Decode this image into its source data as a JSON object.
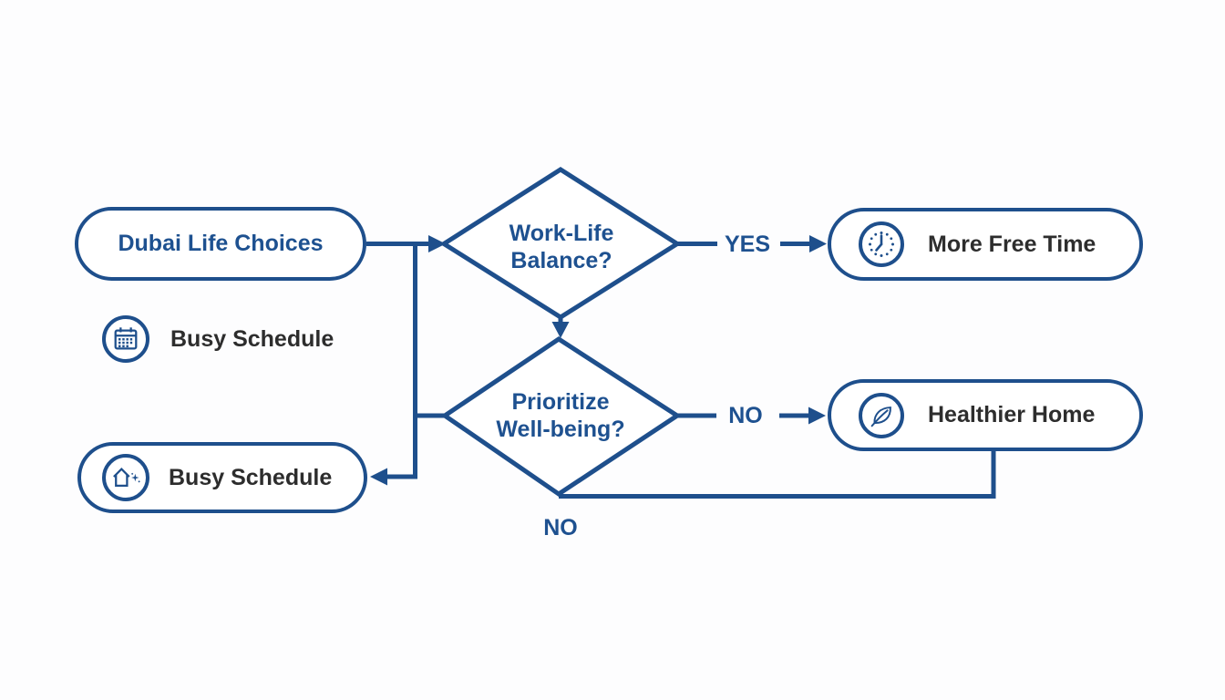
{
  "colors": {
    "accent_line": "#1e4f8c",
    "accent_text": "#1e5190",
    "dark_text": "#2d2d2d",
    "background": "#fdfdfe",
    "node_fill": "#ffffff"
  },
  "nodes": {
    "start_pill": {
      "label": "Dubai Life Choices"
    },
    "busy_item": {
      "label": "Busy Schedule",
      "icon": "calendar-icon"
    },
    "busy_pill": {
      "label": "Busy Schedule",
      "icon": "home-sparkle-icon"
    },
    "decision_worklife": {
      "line1": "Work-Life",
      "line2": "Balance?"
    },
    "decision_wellbeing": {
      "line1": "Prioritize",
      "line2": "Well-being?"
    },
    "free_time_pill": {
      "label": "More Free Time",
      "icon": "clock-icon"
    },
    "healthier_pill": {
      "label": "Healthier Home",
      "icon": "leaf-icon"
    }
  },
  "edge_labels": {
    "yes": "YES",
    "no_right": "NO",
    "no_bottom": "NO"
  }
}
